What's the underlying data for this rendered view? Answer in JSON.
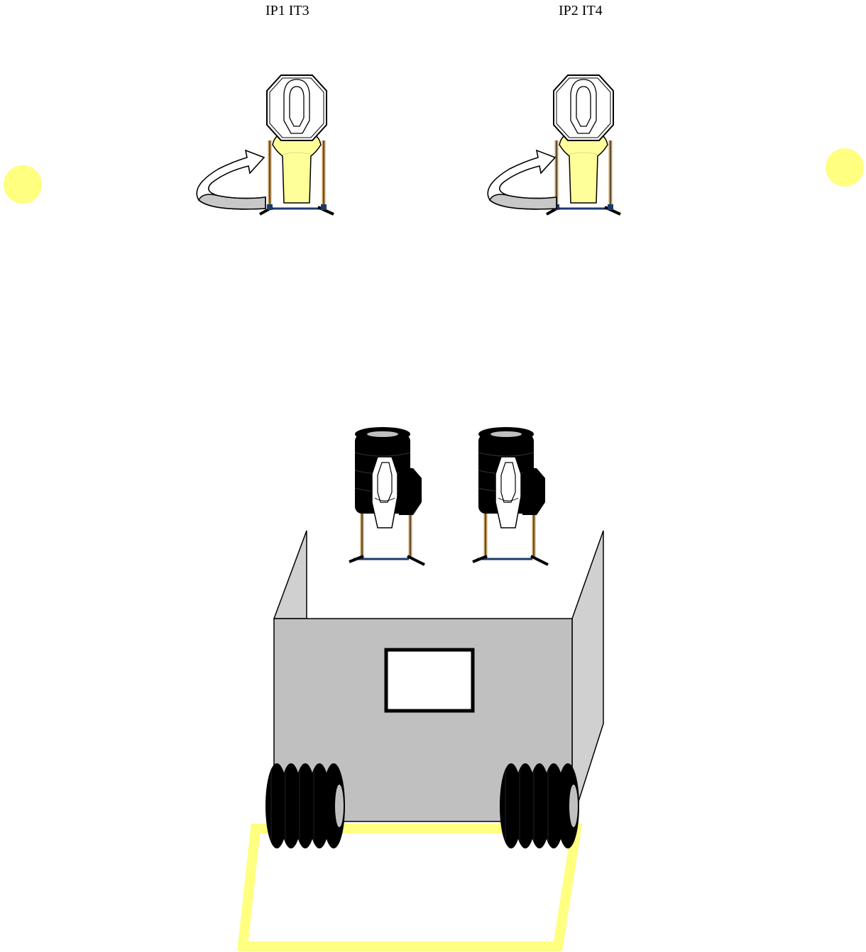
{
  "labels": {
    "target_group_1": "IP1 IT3",
    "target_group_2": "IP2 IT4"
  },
  "colors": {
    "marker": "#ffff80",
    "rotation_arrow": "#c8c8c8",
    "target_base": "#ffff99",
    "barricade_front": "#c0c0c0",
    "barricade_side": "#d0d0d0",
    "tire": "#000000",
    "start_box": "#ffff80",
    "target_leg": "#c8a060",
    "target_foot": "#1a3a6e"
  },
  "icons": {
    "marker_left": "yellow-circle-marker",
    "marker_right": "yellow-circle-marker",
    "target_1": "steel-target-with-stand",
    "target_2": "steel-target-with-stand",
    "rotation_arrow": "curved-arrow-icon",
    "tire_target_1": "tire-stack-target",
    "tire_target_2": "tire-stack-target",
    "barricade": "barricade-with-window",
    "tire_stack": "tire-stack",
    "start_box": "shooting-position-box"
  }
}
